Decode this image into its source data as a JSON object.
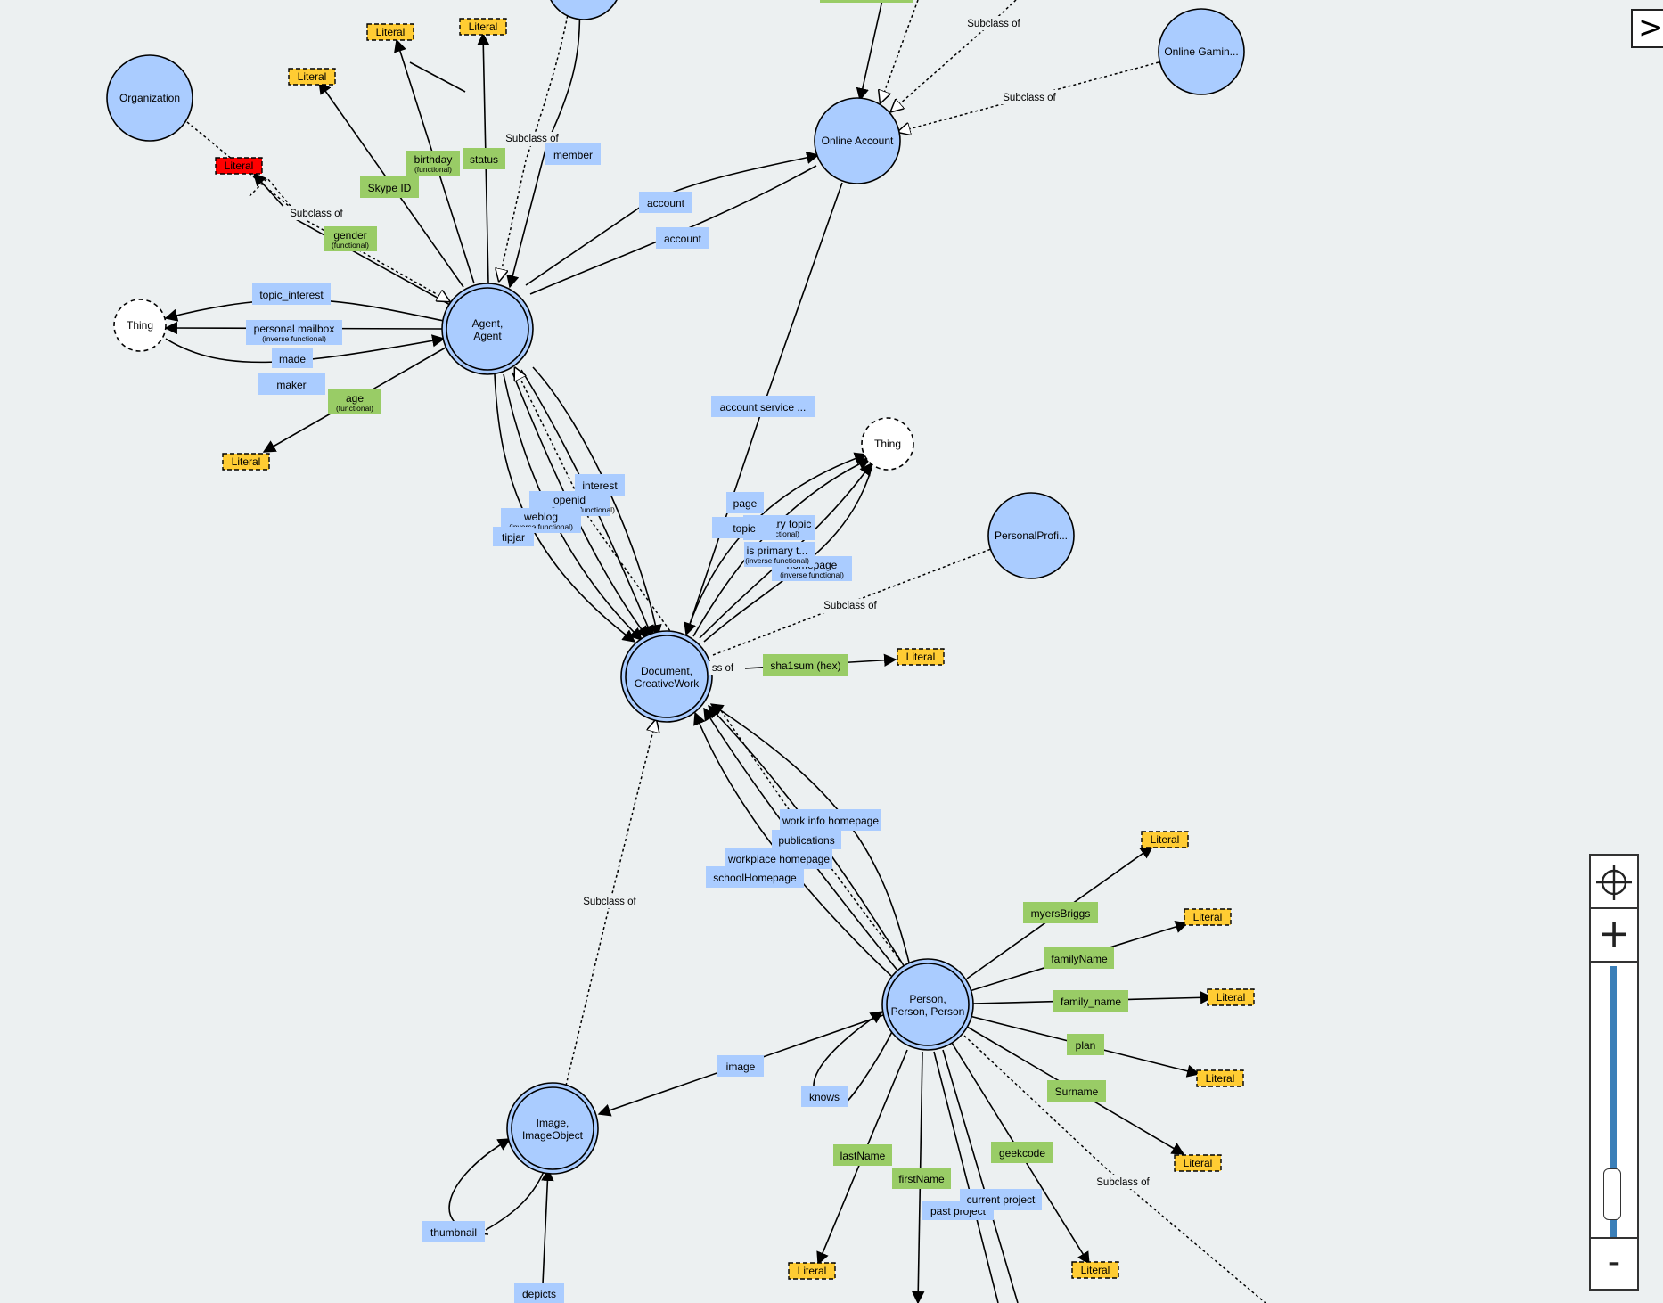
{
  "ui": {
    "collapse_glyph": ">",
    "zoom_in_glyph": "+",
    "zoom_out_glyph": "-",
    "locate_icon": "crosshair-icon"
  },
  "colors": {
    "background": "#ecf0f1",
    "class_fill": "#aaccff",
    "property_fill": "#aaccff",
    "datatype_fill": "#99cc66",
    "literal_fill": "#ffcc33",
    "literal_highlight": "#ff0000",
    "zoom_track": "#3b7fb8"
  },
  "zoom": {
    "level_fraction": 0.15
  },
  "nodes": {
    "organization": "Organization",
    "thing_left": "Thing",
    "agent": [
      "Agent,",
      "Agent"
    ],
    "online_account": "Online Account",
    "online_gaming": "Online Gamin...",
    "thing_right": "Thing",
    "personal_profile": "PersonalProfi...",
    "document": [
      "Document,",
      "CreativeWork"
    ],
    "person": [
      "Person,",
      "Person, Person"
    ],
    "image": [
      "Image,",
      "ImageObject"
    ]
  },
  "properties": {
    "topic_interest": "topic_interest",
    "personal_mailbox": "personal mailbox",
    "personal_mailbox_sub": "(inverse functional)",
    "made": "made",
    "maker": "maker",
    "member": "member",
    "account1": "account",
    "account2": "account",
    "account_service": "account service ...",
    "interest": "interest",
    "openid": "openid",
    "openid_sub": "(inverse functional)",
    "weblog": "weblog",
    "weblog_sub": "(inverse functional)",
    "tipjar": "tipjar",
    "page": "page",
    "topic": "topic",
    "primary_topic": "primary topic",
    "primary_topic_sub": "(functional)",
    "is_primary_topic": "is primary t...",
    "is_primary_topic_sub": "(inverse functional)",
    "homepage": "homepage",
    "homepage_sub": "(inverse functional)",
    "work_info_homepage": "work info homepage",
    "publications": "publications",
    "workplace_homepage": "workplace homepage",
    "school_homepage": "schoolHomepage",
    "image": "image",
    "knows": "knows",
    "thumbnail": "thumbnail",
    "depicts": "depicts",
    "current_project": "current project",
    "past_project": "past project"
  },
  "datatype_props": {
    "birthday": "birthday",
    "birthday_sub": "(functional)",
    "status": "status",
    "skype_id": "Skype ID",
    "gender": "gender",
    "gender_sub": "(functional)",
    "age": "age",
    "age_sub": "(functional)",
    "sha1sum": "sha1sum (hex)",
    "myers_briggs": "myersBriggs",
    "family_name_a": "familyName",
    "family_name_b": "family_name",
    "plan": "plan",
    "surname": "Surname",
    "geekcode": "geekcode",
    "last_name": "lastName",
    "first_name": "firstName"
  },
  "literal_label": "Literal",
  "subclass_label": "Subclass of",
  "subclass_partial": "ss of"
}
